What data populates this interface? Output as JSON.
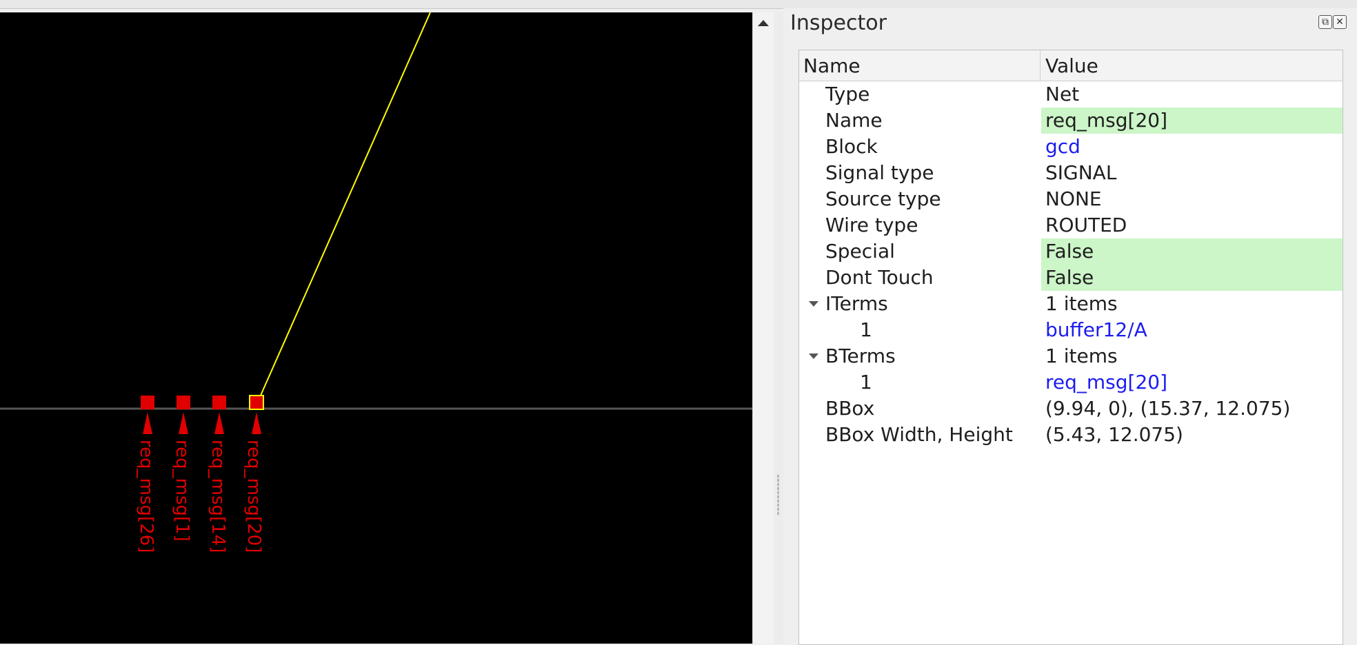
{
  "layout": {
    "pins": [
      {
        "label": "req_msg[26]",
        "selected": false
      },
      {
        "label": "req_msg[1]",
        "selected": false
      },
      {
        "label": "req_msg[14]",
        "selected": false
      },
      {
        "label": "req_msg[20]",
        "selected": true
      }
    ],
    "colors": {
      "background": "#000000",
      "pin": "#e00000",
      "net": "#ffff00",
      "boundary": "#555555"
    }
  },
  "inspector": {
    "title": "Inspector",
    "columns": {
      "name": "Name",
      "value": "Value"
    },
    "rows": [
      {
        "name": "Type",
        "value": "Net",
        "highlight": false,
        "link": false
      },
      {
        "name": "Name",
        "value": "req_msg[20]",
        "highlight": true,
        "link": false
      },
      {
        "name": "Block",
        "value": "gcd",
        "highlight": false,
        "link": true
      },
      {
        "name": "Signal type",
        "value": "SIGNAL",
        "highlight": false,
        "link": false
      },
      {
        "name": "Source type",
        "value": "NONE",
        "highlight": false,
        "link": false
      },
      {
        "name": "Wire type",
        "value": "ROUTED",
        "highlight": false,
        "link": false
      },
      {
        "name": "Special",
        "value": "False",
        "highlight": true,
        "link": false
      },
      {
        "name": "Dont Touch",
        "value": "False",
        "highlight": true,
        "link": false
      },
      {
        "name": "ITerms",
        "value": "1 items",
        "highlight": false,
        "link": false
      },
      {
        "name": "1",
        "value": "buffer12/A",
        "highlight": false,
        "link": true
      },
      {
        "name": "BTerms",
        "value": "1 items",
        "highlight": false,
        "link": false
      },
      {
        "name": "1",
        "value": "req_msg[20]",
        "highlight": false,
        "link": true
      },
      {
        "name": "BBox",
        "value": "(9.94, 0), (15.37, 12.075)",
        "highlight": false,
        "link": false
      },
      {
        "name": "BBox Width, Height",
        "value": "(5.43, 12.075)",
        "highlight": false,
        "link": false
      }
    ],
    "highlight_color": "#ccf5c8",
    "link_color": "#1c1cf0"
  }
}
